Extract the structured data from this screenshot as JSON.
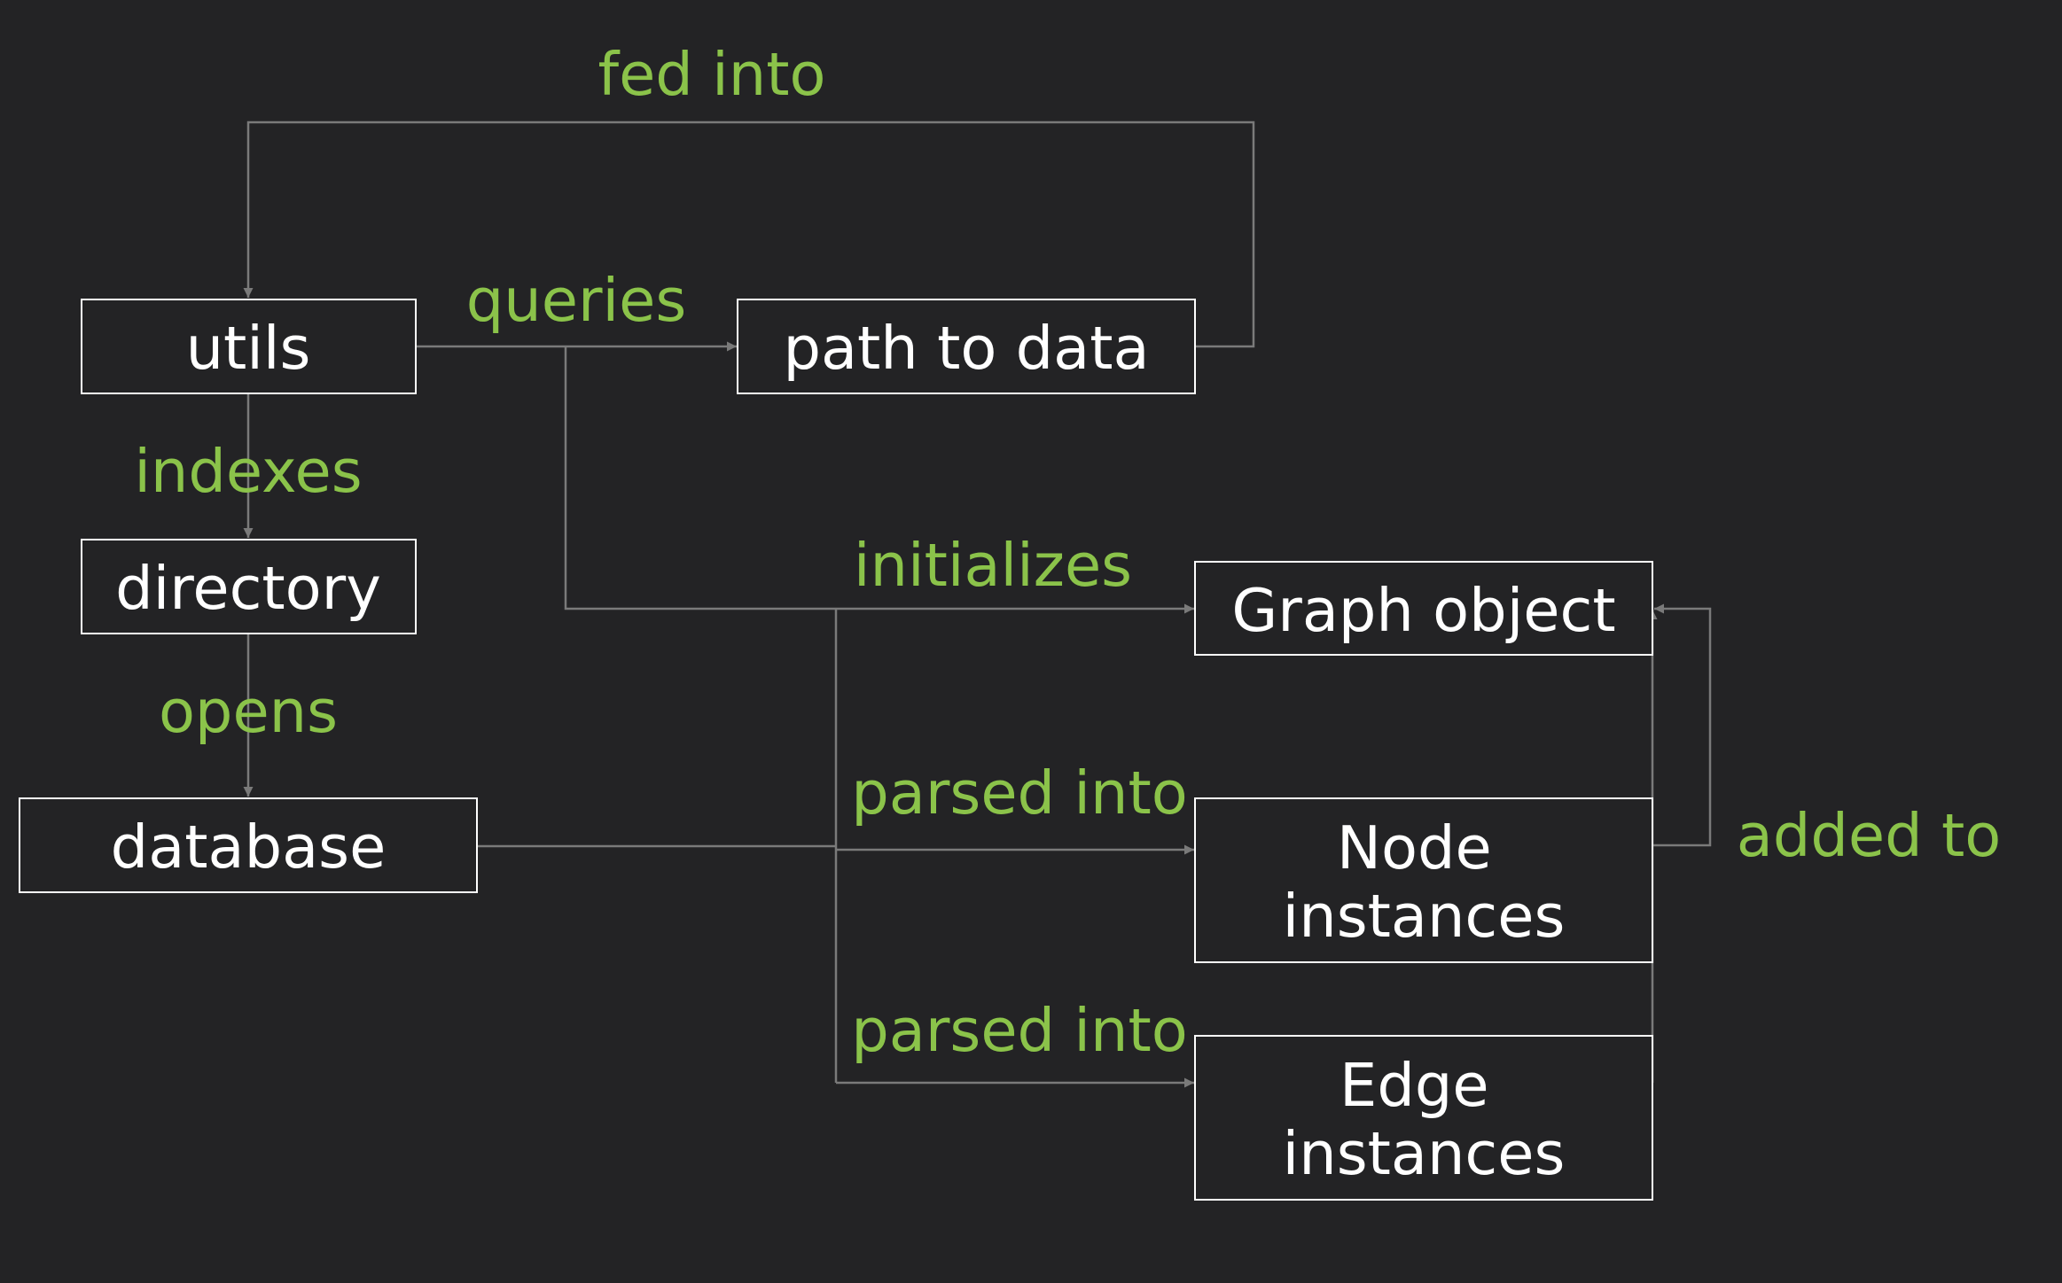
{
  "colors": {
    "background": "#232325",
    "node_border": "#ffffff",
    "node_text": "#ffffff",
    "edge_line": "#7a7a7a",
    "edge_label": "#8bc34a"
  },
  "nodes": {
    "utils": "utils",
    "path_to_data": "path to data",
    "directory": "directory",
    "database": "database",
    "graph_object": "Graph object",
    "node_instances": [
      "Node",
      "instances"
    ],
    "edge_instances": [
      "Edge",
      "instances"
    ]
  },
  "edges": {
    "fed_into": "fed into",
    "queries": "queries",
    "indexes": "indexes",
    "opens": "opens",
    "initializes": "initializes",
    "parsed_into_nodes": "parsed into",
    "parsed_into_edges": "parsed into",
    "added_to": "added to"
  }
}
